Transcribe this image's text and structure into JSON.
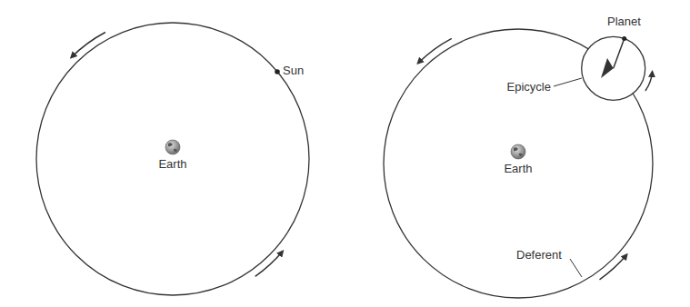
{
  "diagram": {
    "labels": [
      "Sun",
      "Earth",
      "Earth",
      "Planet",
      "Epicycle",
      "Deferent"
    ]
  }
}
